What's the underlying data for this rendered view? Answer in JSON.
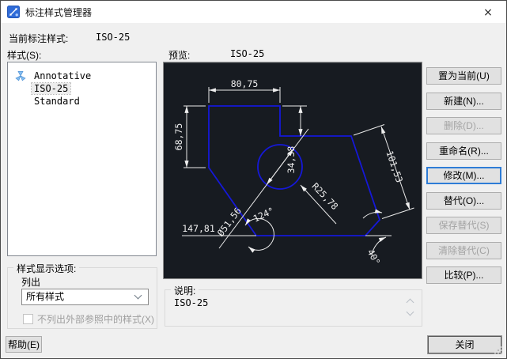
{
  "window": {
    "title": "标注样式管理器",
    "close_glyph": "×"
  },
  "current": {
    "label": "当前标注样式:",
    "value": "ISO-25"
  },
  "styles_panel": {
    "label": "样式(S):",
    "items": [
      {
        "label": "Annotative",
        "annotative": true,
        "selected": false
      },
      {
        "label": "ISO-25",
        "annotative": false,
        "selected": true
      },
      {
        "label": "Standard",
        "annotative": false,
        "selected": false
      }
    ]
  },
  "preview": {
    "label": "预览:",
    "value": "ISO-25",
    "dims": {
      "top": "80,75",
      "left": "68,75",
      "middle": "34,38",
      "diameter": "Ø51,56",
      "radius": "R25,78",
      "angle_left": "124°",
      "bottom": "147,81",
      "aligned_right": "101,53",
      "angle_right": "40°"
    },
    "colors": {
      "canvas_bg": "#171b21",
      "geometry": "#1518d8",
      "dimension": "#efefef"
    }
  },
  "buttons": [
    {
      "label": "置为当前(U)",
      "state": "enabled"
    },
    {
      "label": "新建(N)...",
      "state": "enabled"
    },
    {
      "label": "删除(D)...",
      "state": "disabled"
    },
    {
      "label": "重命名(R)...",
      "state": "enabled"
    },
    {
      "label": "修改(M)...",
      "state": "focused"
    },
    {
      "label": "替代(O)...",
      "state": "enabled"
    },
    {
      "label": "保存替代(S)",
      "state": "disabled"
    },
    {
      "label": "清除替代(C)",
      "state": "disabled"
    },
    {
      "label": "比较(P)...",
      "state": "enabled"
    }
  ],
  "display_options": {
    "group_label": "样式显示选项:",
    "list_label": "列出",
    "dropdown_value": "所有样式",
    "checkbox_label": "不列出外部参照中的样式(X)",
    "checkbox_checked": false
  },
  "description": {
    "group_label": "说明:",
    "text": "ISO-25"
  },
  "footer": {
    "help": "帮助(E)",
    "close": "关闭"
  },
  "accent_color": "#2e7cd6"
}
